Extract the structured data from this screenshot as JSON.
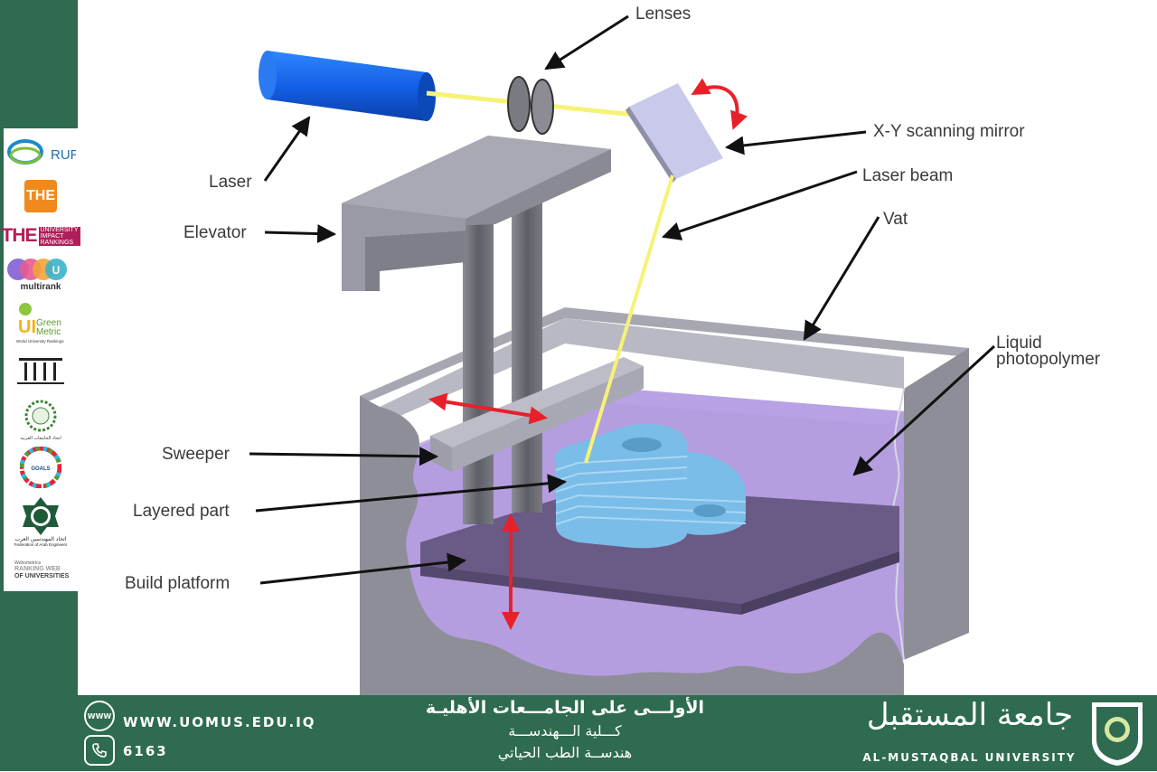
{
  "diagram": {
    "labels": {
      "lenses": "Lenses",
      "xy_mirror": "X-Y scanning mirror",
      "laser": "Laser",
      "laser_beam": "Laser beam",
      "elevator": "Elevator",
      "vat": "Vat",
      "liquid_line1": "Liquid",
      "liquid_line2": "photopolymer",
      "sweeper": "Sweeper",
      "layered_part": "Layered part",
      "build_platform": "Build platform"
    },
    "colors": {
      "laser": "#1460e6",
      "beam": "#f6f277",
      "photopolymer": "#9b7ed4",
      "part": "#7bbde9",
      "arrow_red": "#e8202a",
      "vat_gray": "#8e8e98"
    }
  },
  "sidebar": {
    "logos": [
      {
        "text": "RUR"
      },
      {
        "text": "THE"
      },
      {
        "text": "THE",
        "line1": "UNIVERSITY",
        "line2": "IMPACT",
        "line3": "RANKINGS"
      },
      {
        "text": "U",
        "caption": "multirank"
      },
      {
        "text": "Green",
        "text2": "Metric",
        "caption": "World University Rankings"
      },
      {
        "text": "IIII"
      },
      {
        "text": "اتحاد الجامعات العربية"
      },
      {
        "text": "GOALS"
      },
      {
        "text": "اتحاد المهندسين العرب",
        "caption": "Federation of Arab Engineers"
      },
      {
        "text": "Webometrics",
        "line1": "RANKING WEB",
        "line2": "OF UNIVERSITIES"
      }
    ]
  },
  "footer": {
    "website": "WWW.UOMUS.EDU.IQ",
    "phone": "6163",
    "www_icon": "WWW",
    "phone_icon": "phone-icon",
    "arabic_line1": "الأولـــى على الجامـــعات الأهليـة",
    "arabic_line2": "كـــلية الـــهندســـة",
    "arabic_line3": "هندســة الطب الحياتي",
    "university_arabic": "جامعة المستقبل",
    "university_english": "AL-MUSTAQBAL UNIVERSITY"
  }
}
